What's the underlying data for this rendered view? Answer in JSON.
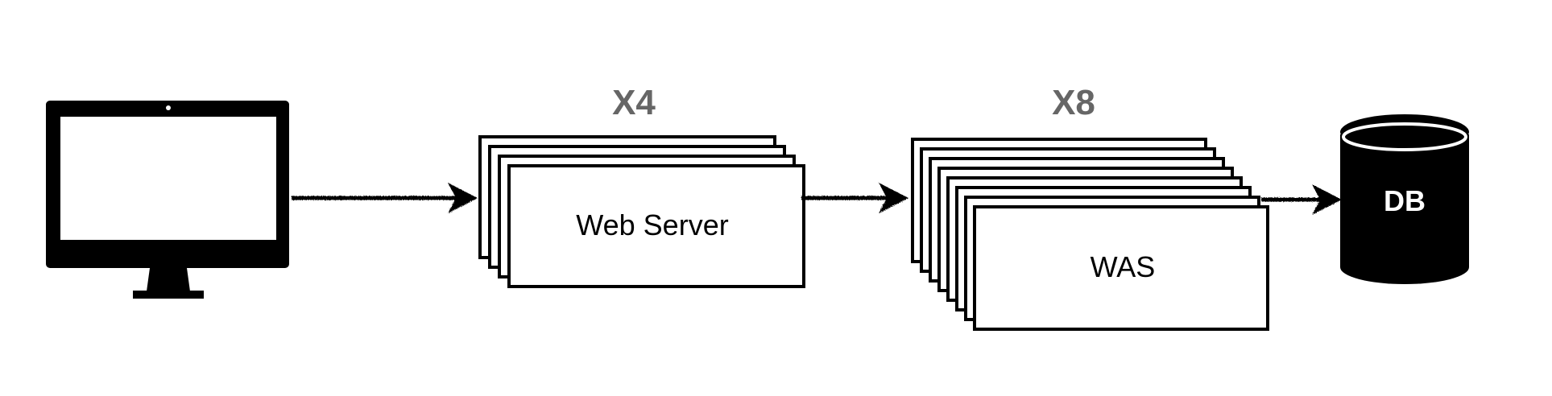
{
  "diagram": {
    "web_server_multiplier": "X4",
    "web_server_label": "Web Server",
    "was_multiplier": "X8",
    "was_label": "WAS",
    "db_label": "DB",
    "web_server_count": 4,
    "was_count": 8
  },
  "colors": {
    "ink": "#000000",
    "multiplier_text": "#666666",
    "background": "#ffffff"
  },
  "icons": {
    "client": "monitor-icon",
    "database": "database-cylinder-icon",
    "connector": "arrow-right-icon"
  }
}
